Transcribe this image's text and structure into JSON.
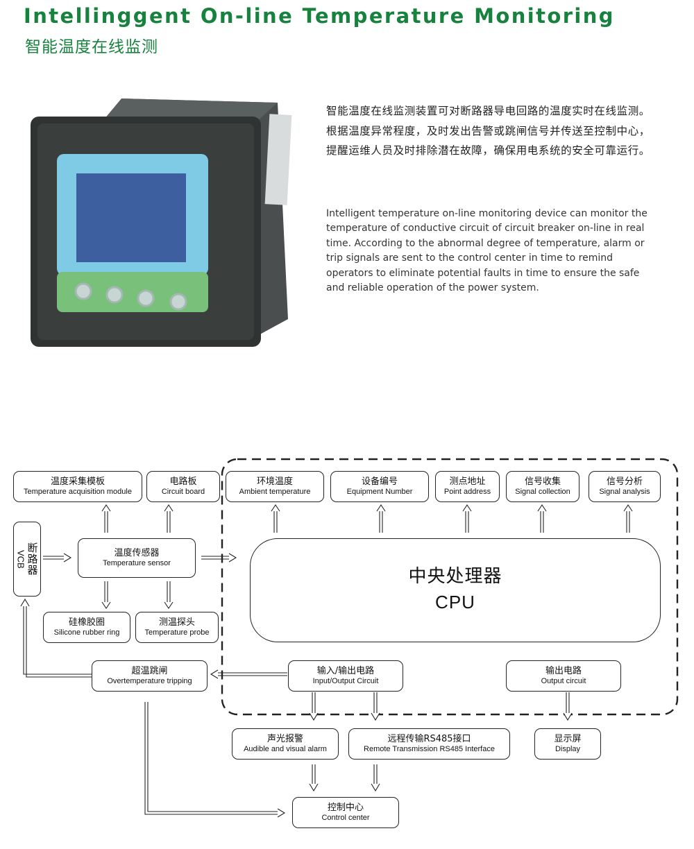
{
  "header": {
    "title_en": "Intellinggent On-line Temperature Monitoring",
    "title_cn": "智能温度在线监测"
  },
  "description": {
    "cn": "智能温度在线监测装置可对断路器导电回路的温度实时在线监测。根据温度异常程度，及时发出告警或跳闸信号并传送至控制中心，提醒运维人员及时排除潜在故障，确保用电系统的安全可靠运行。",
    "en": "Intelligent temperature on-line monitoring device can monitor the temperature of conductive circuit of circuit breaker on-line in real time. According to the abnormal degree of temperature, alarm or trip signals are sent to the control center in time to remind operators to eliminate potential faults in time to ensure the safe and reliable operation of the power system."
  },
  "colors": {
    "brand_green": "#17813e",
    "device_bezel": "#2f3433",
    "screen_frame": "#7fcbe6",
    "screen_lcd": "#3d5fa0",
    "button_strip": "#79c07a"
  },
  "diagram": {
    "temp_module": {
      "cn": "温度采集模板",
      "en": "Temperature acquisition module"
    },
    "circuit_board": {
      "cn": "电路板",
      "en": "Circuit board"
    },
    "ambient_temp": {
      "cn": "环境温度",
      "en": "Ambient temperature"
    },
    "equipment_number": {
      "cn": "设备编号",
      "en": "Equipment Number"
    },
    "point_address": {
      "cn": "测点地址",
      "en": "Point address"
    },
    "signal_collection": {
      "cn": "信号收集",
      "en": "Signal collection"
    },
    "signal_analysis": {
      "cn": "信号分析",
      "en": "Signal analysis"
    },
    "vcb": {
      "cn": "断路器",
      "en": "VCB"
    },
    "temp_sensor": {
      "cn": "温度传感器",
      "en": "Temperature sensor"
    },
    "cpu": {
      "cn": "中央处理器",
      "en": "CPU"
    },
    "silicone_ring": {
      "cn": "硅橡胶圈",
      "en": "Silicone rubber ring"
    },
    "temp_probe": {
      "cn": "测温探头",
      "en": "Temperature probe"
    },
    "overtemp_trip": {
      "cn": "超温跳闸",
      "en": "Overtemperature tripping"
    },
    "io_circuit": {
      "cn": "输入/输出电路",
      "en": "Input/Output Circuit"
    },
    "output_circuit": {
      "cn": "输出电路",
      "en": "Output circuit"
    },
    "alarm": {
      "cn": "声光报警",
      "en": "Audible and visual alarm"
    },
    "rs485": {
      "cn": "远程传输RS485接口",
      "en": "Remote Transmission RS485 Interface"
    },
    "display": {
      "cn": "显示屏",
      "en": "Display"
    },
    "control_center": {
      "cn": "控制中心",
      "en": "Control center"
    }
  }
}
